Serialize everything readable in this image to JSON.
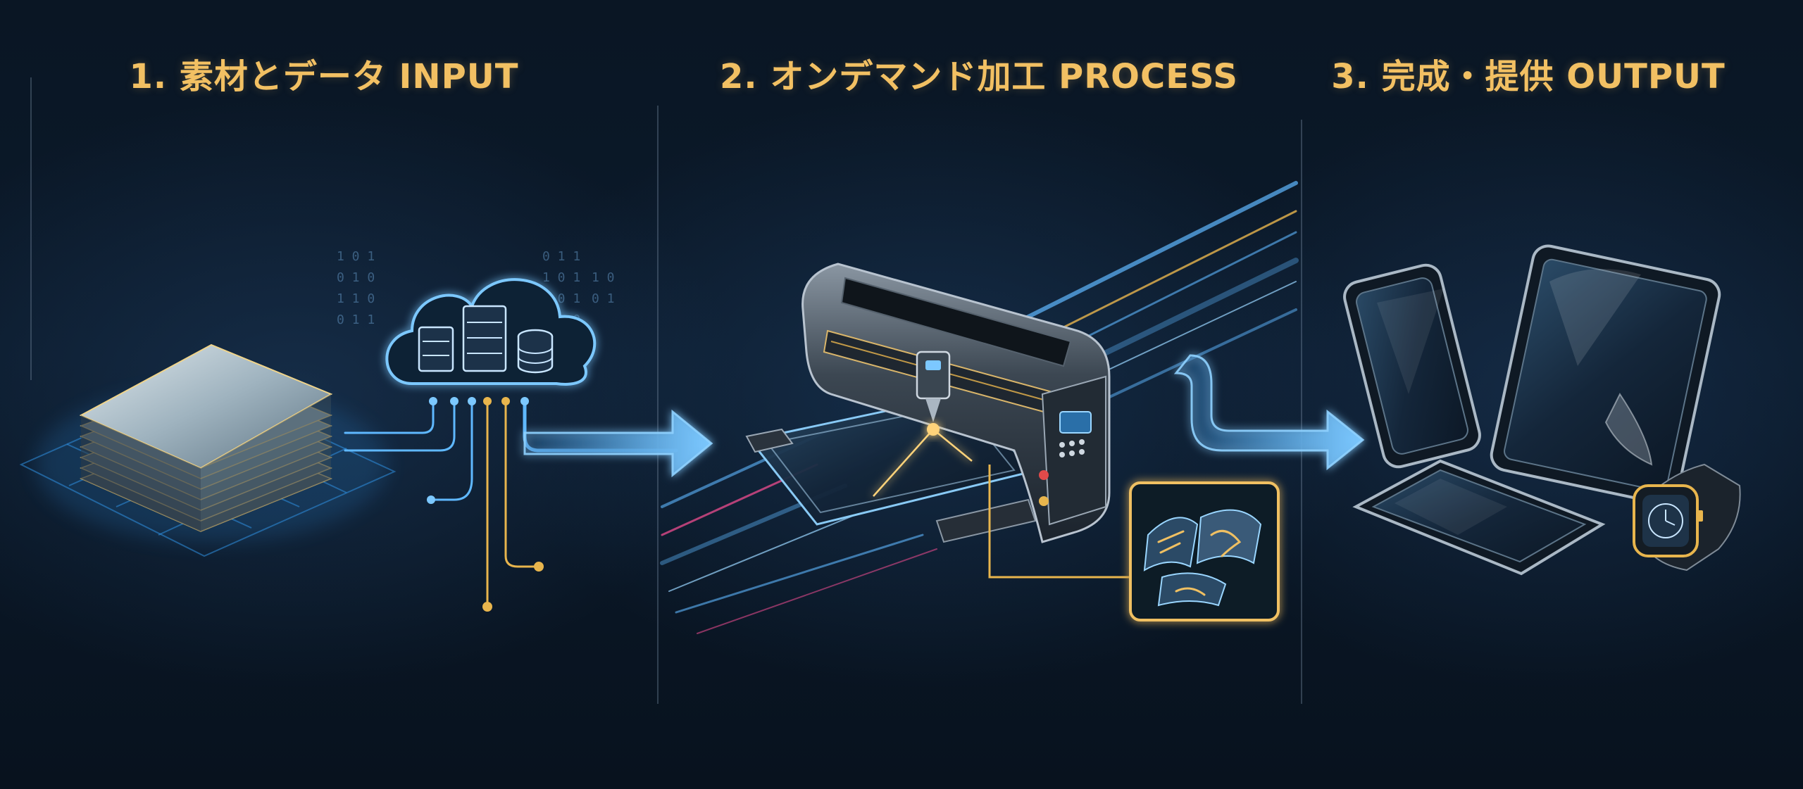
{
  "steps": [
    {
      "title": "1. 素材とデータ INPUT"
    },
    {
      "title": "2. オンデマンド加工 PROCESS"
    },
    {
      "title": "3. 完成・提供 OUTPUT"
    }
  ],
  "icons": {
    "step1": [
      "material-stack-icon",
      "cloud-database-icon"
    ],
    "step2": [
      "cutting-plotter-icon",
      "cut-parts-inset-icon"
    ],
    "step3": [
      "smartphone-icon",
      "tablet-icon",
      "tablet-flat-icon",
      "smartwatch-icon"
    ]
  },
  "colors": {
    "background": "#07111d",
    "title": "#f2c063",
    "flow_blue": "#5fb8ff",
    "flow_gold": "#e8b54d",
    "accent_pink": "#e04a8a"
  }
}
